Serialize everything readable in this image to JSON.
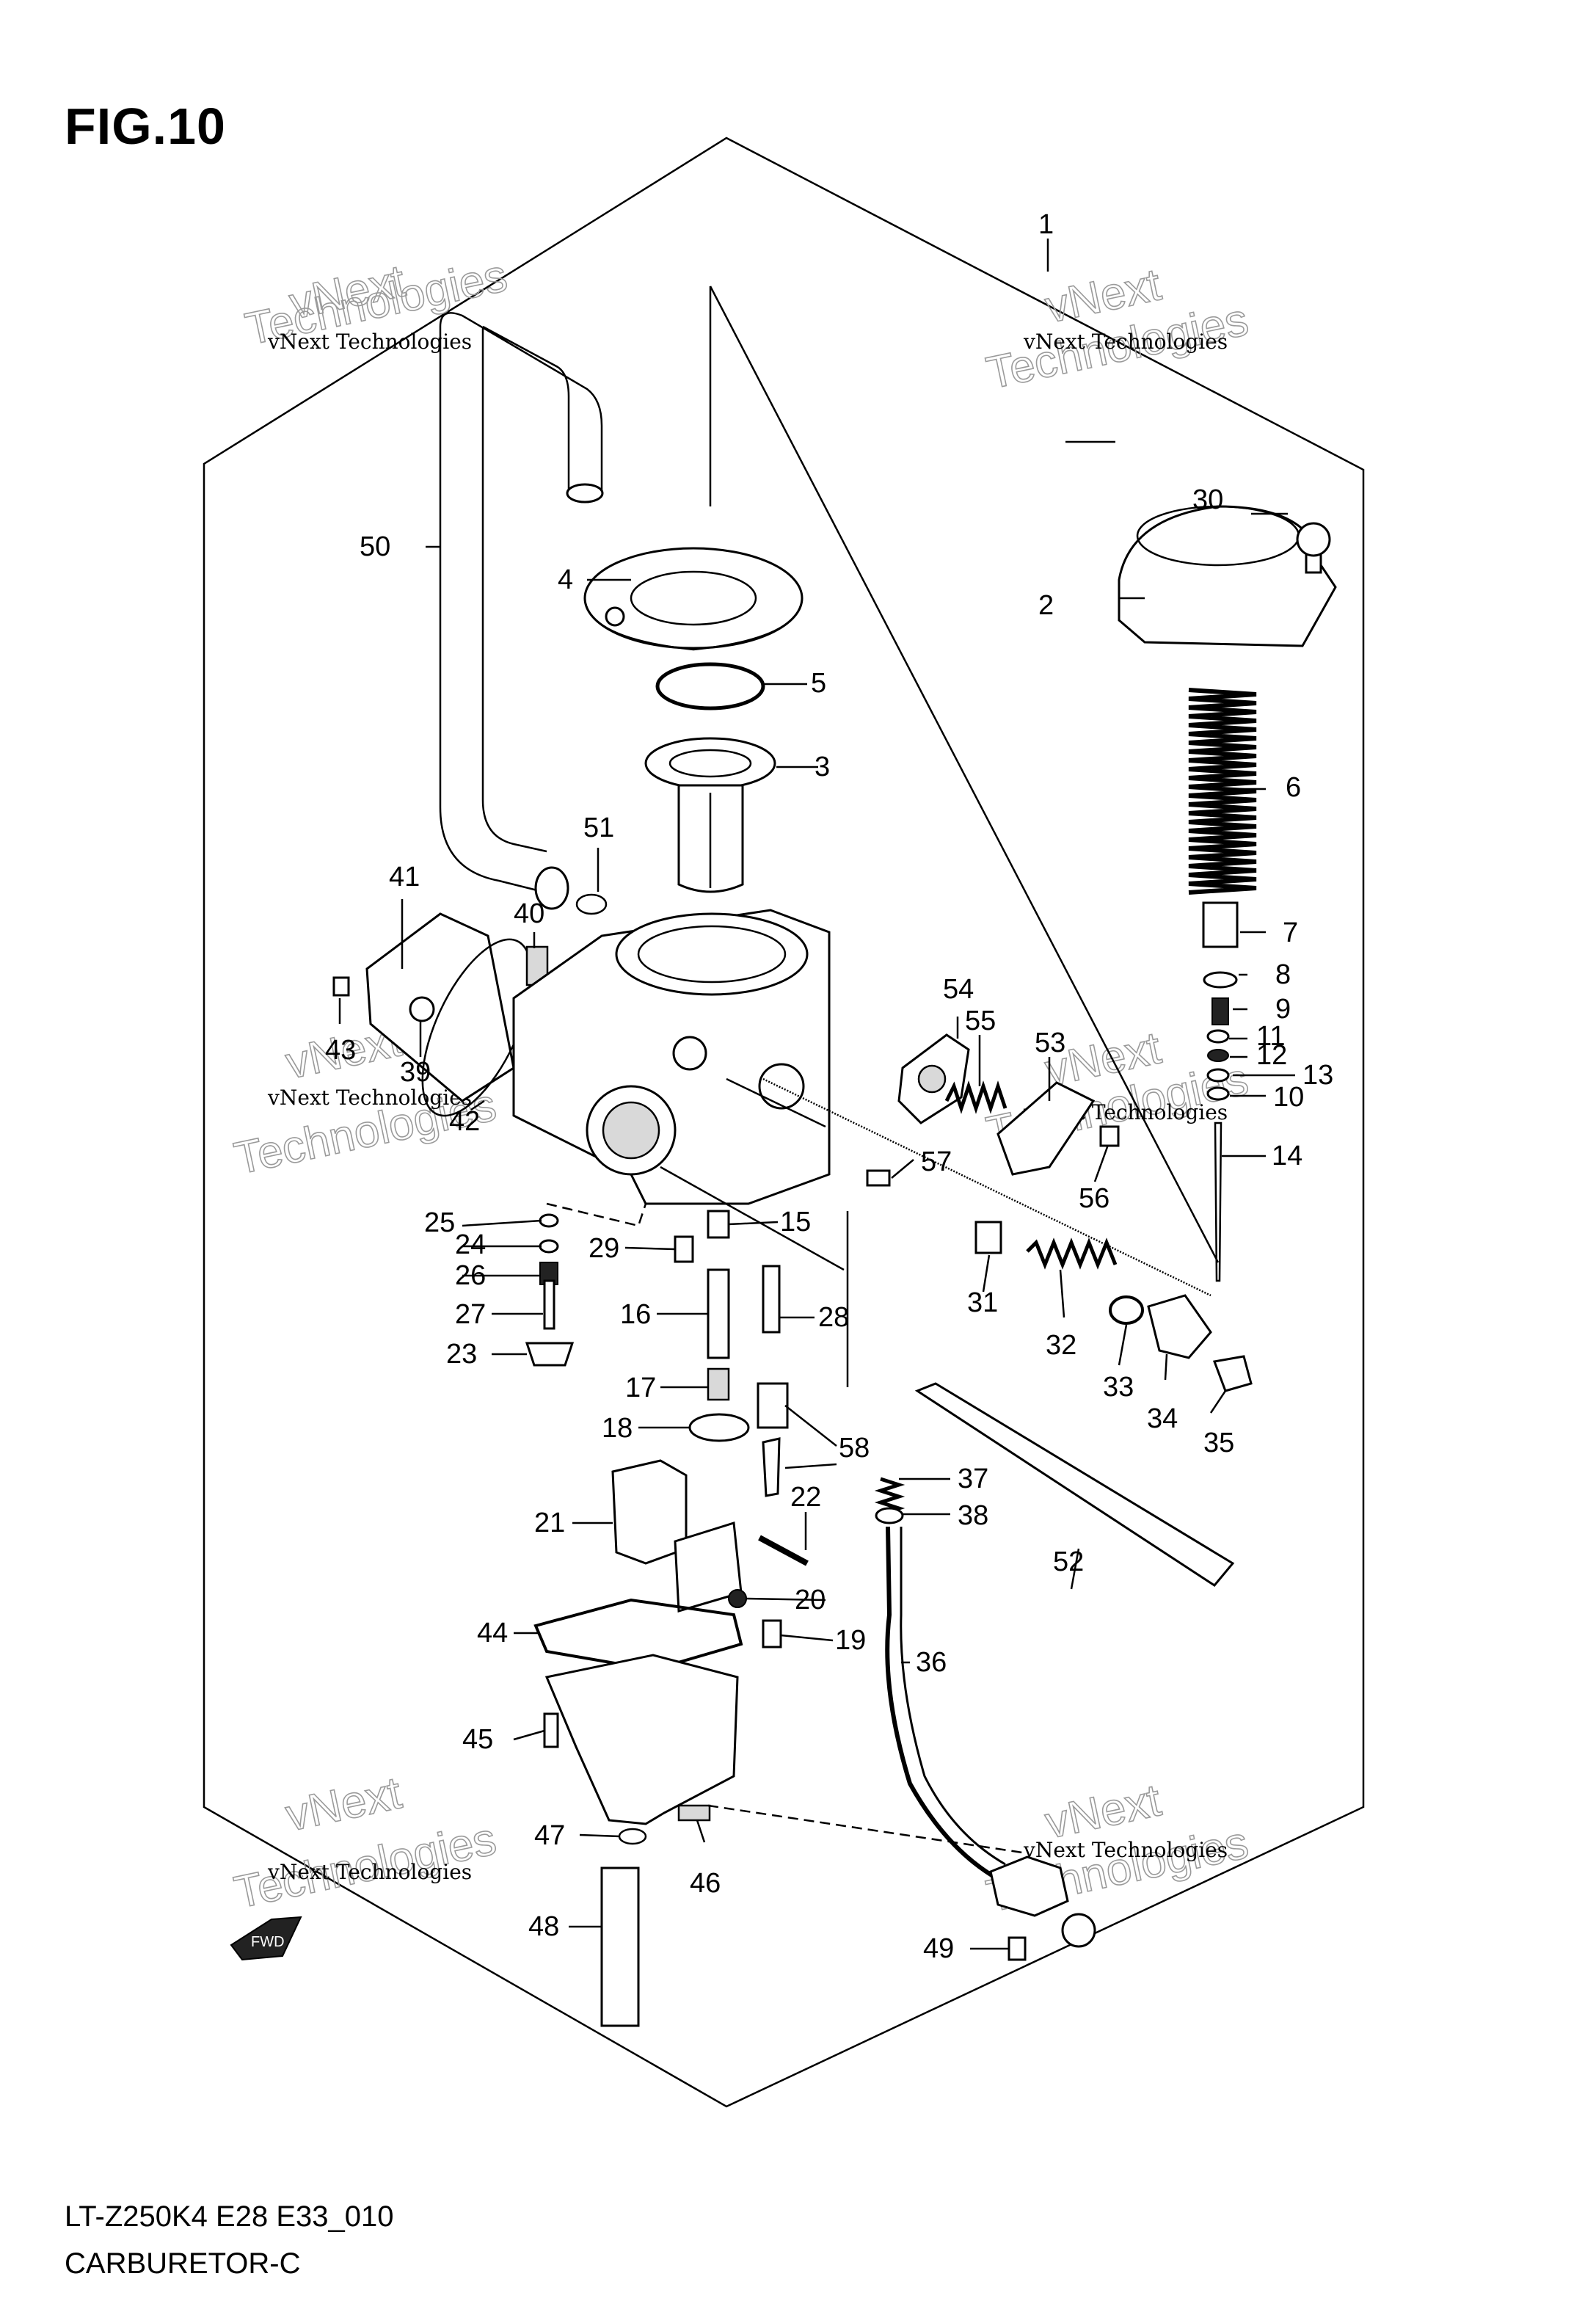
{
  "figure": {
    "title": "FIG.10",
    "model_code": "LT-Z250K4 E28 E33_010",
    "name": "CARBURETOR-C"
  },
  "watermark": {
    "line1": "vNext Technologies",
    "line2a": "vNext",
    "line2b": "Technologies"
  },
  "callouts": {
    "c1": "1",
    "c2": "2",
    "c3": "3",
    "c4": "4",
    "c5": "5",
    "c6": "6",
    "c7": "7",
    "c8": "8",
    "c9": "9",
    "c10": "10",
    "c11": "11",
    "c12": "12",
    "c13": "13",
    "c14": "14",
    "c15": "15",
    "c16": "16",
    "c17": "17",
    "c18": "18",
    "c19": "19",
    "c20": "20",
    "c21": "21",
    "c22": "22",
    "c23": "23",
    "c24": "24",
    "c25": "25",
    "c26": "26",
    "c27": "27",
    "c28": "28",
    "c29": "29",
    "c30": "30",
    "c31": "31",
    "c32": "32",
    "c33": "33",
    "c34": "34",
    "c35": "35",
    "c36": "36",
    "c37": "37",
    "c38": "38",
    "c39": "39",
    "c40": "40",
    "c41": "41",
    "c42": "42",
    "c43": "43",
    "c44": "44",
    "c45": "45",
    "c46": "46",
    "c47": "47",
    "c48": "48",
    "c49": "49",
    "c50": "50",
    "c51": "51",
    "c52": "52",
    "c53": "53",
    "c54": "54",
    "c55": "55",
    "c56": "56",
    "c57": "57",
    "c58": "58"
  },
  "fwd_label": "FWD"
}
